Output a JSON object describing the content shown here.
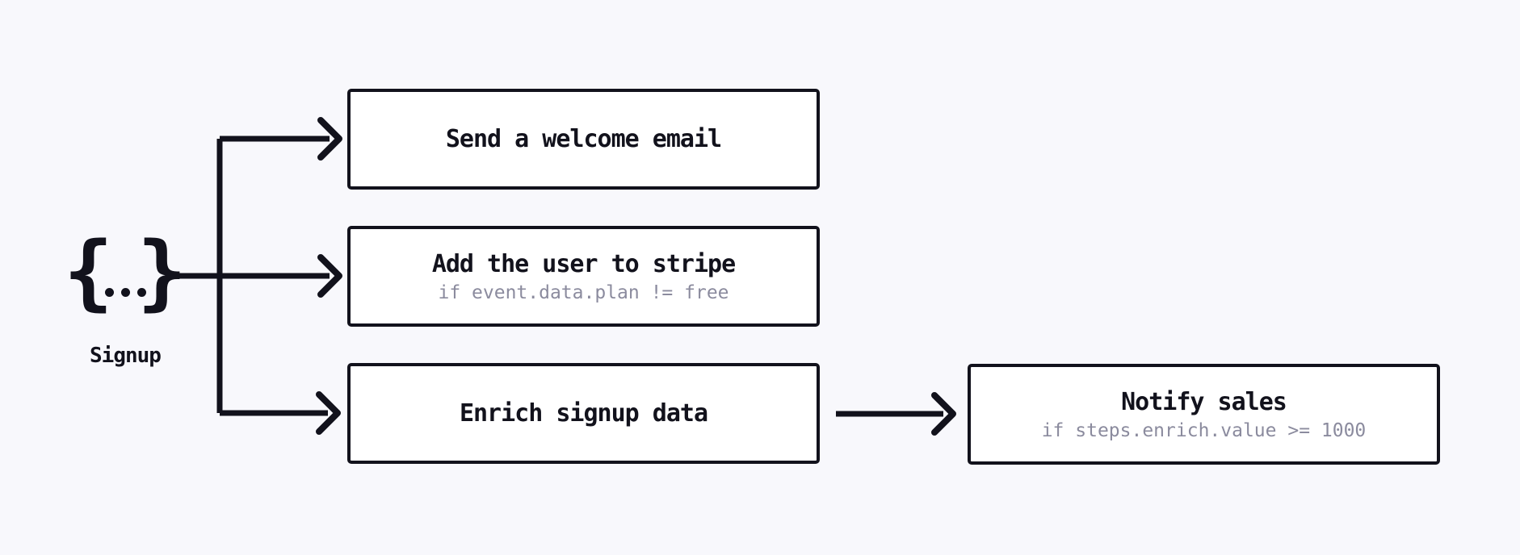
{
  "theme": {
    "bg": "#f8f8fc",
    "ink": "#12121c",
    "card-bg": "#ffffff",
    "muted": "#8b8b9e"
  },
  "trigger": {
    "symbol_open": "{",
    "symbol_close": "}",
    "label": "Signup"
  },
  "steps": [
    {
      "id": "welcome",
      "title": "Send a welcome email",
      "condition": ""
    },
    {
      "id": "stripe",
      "title": "Add the user to stripe",
      "condition": "if event.data.plan != free"
    },
    {
      "id": "enrich",
      "title": "Enrich signup data",
      "condition": ""
    },
    {
      "id": "notify",
      "title": "Notify sales",
      "condition": "if steps.enrich.value >= 1000"
    }
  ]
}
